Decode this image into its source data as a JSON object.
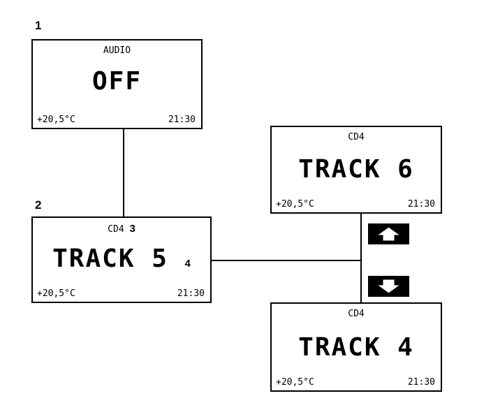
{
  "step_labels": {
    "step1": "1",
    "step2": "2"
  },
  "screen_audio_off": {
    "header": "AUDIO",
    "main": "OFF",
    "temperature": "+20,5°C",
    "time": "21:30"
  },
  "screen_track5": {
    "header": "CD4",
    "header_callout": "3",
    "main": "TRACK 5",
    "main_callout": "4",
    "temperature": "+20,5°C",
    "time": "21:30"
  },
  "screen_track6": {
    "header": "CD4",
    "main": "TRACK 6",
    "temperature": "+20,5°C",
    "time": "21:30"
  },
  "screen_track4": {
    "header": "CD4",
    "main": "TRACK 4",
    "temperature": "+20,5°C",
    "time": "21:30"
  },
  "buttons": {
    "up": "arrow-up-icon",
    "down": "arrow-down-icon"
  }
}
